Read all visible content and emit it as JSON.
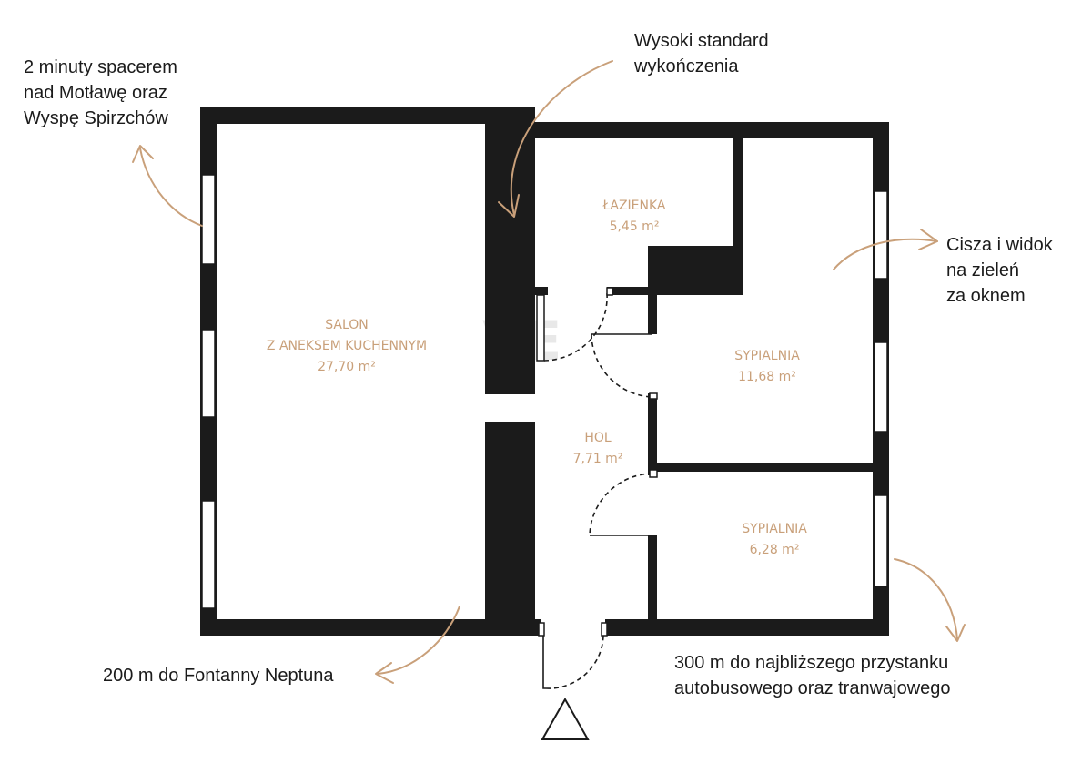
{
  "rooms": {
    "salon": {
      "line1": "SALON",
      "line2": "Z ANEKSEM KUCHENNYM",
      "area": "27,70 m²"
    },
    "lazienka": {
      "name": "ŁAZIENKA",
      "area": "5,45 m²"
    },
    "sypialnia1": {
      "name": "SYPIALNIA",
      "area": "11,68 m²"
    },
    "hol": {
      "name": "HOL",
      "area": "7,71 m²"
    },
    "sypialnia2": {
      "name": "SYPIALNIA",
      "area": "6,28 m²"
    }
  },
  "annotations": {
    "spacer": [
      "2 minuty spacerem",
      "nad Motławę oraz",
      "Wyspę Spirzchów"
    ],
    "standard": [
      "Wysoki standard",
      "wykończenia"
    ],
    "cisza": [
      "Cisza i widok",
      "na zieleń",
      "za oknem"
    ],
    "fontanna": [
      "200 m do Fontanny Neptuna"
    ],
    "przystanek": [
      "300 m do najbliższego przystanku",
      "autobusowego oraz tranwajowego"
    ]
  },
  "colors": {
    "wall": "#1b1b1b",
    "accent": "#c9a07a",
    "text": "#1b1b1b"
  },
  "icons": [
    "entrance-triangle-icon"
  ]
}
